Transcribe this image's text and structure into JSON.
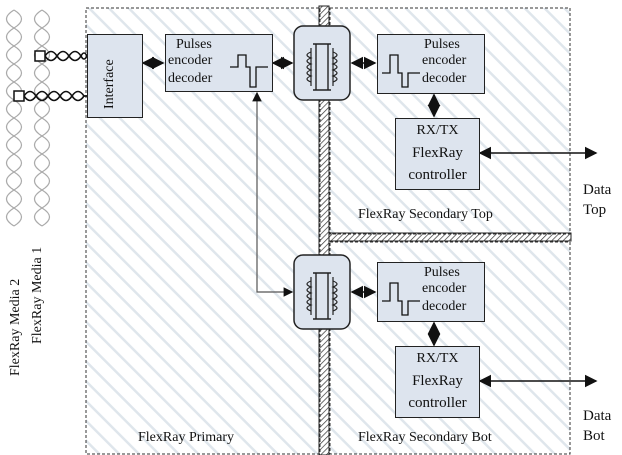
{
  "media": {
    "media2": "FlexRay Media 2",
    "media1": "FlexRay Media 1"
  },
  "interface": {
    "label": "Interface"
  },
  "primary": {
    "encoder": {
      "line1": "Pulses",
      "line2": "encoder",
      "line3": "decoder"
    },
    "region_label": "FlexRay Primary"
  },
  "secondary_top": {
    "encoder": {
      "line1": "Pulses",
      "line2": "encoder",
      "line3": "decoder"
    },
    "controller": {
      "line1": "RX/TX",
      "line2": "FlexRay",
      "line3": "controller"
    },
    "region_label": "FlexRay Secondary Top",
    "data_label": {
      "line1": "Data",
      "line2": "Top"
    }
  },
  "secondary_bot": {
    "encoder": {
      "line1": "Pulses",
      "line2": "encoder",
      "line3": "decoder"
    },
    "controller": {
      "line1": "RX/TX",
      "line2": "FlexRay",
      "line3": "controller"
    },
    "region_label": "FlexRay Secondary Bot",
    "data_label": {
      "line1": "Data",
      "line2": "Bot"
    }
  },
  "colors": {
    "box_fill": "#dde4ee",
    "hatch": "#b8bfc8",
    "stroke": "#222222"
  }
}
